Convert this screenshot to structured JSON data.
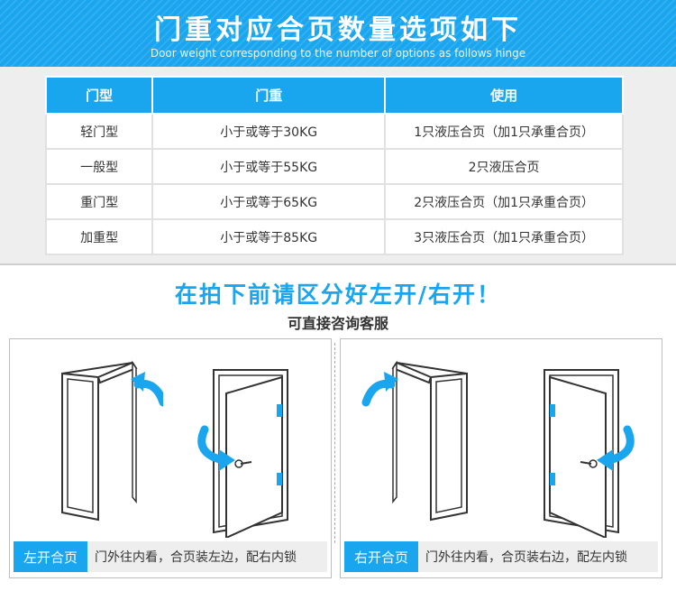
{
  "banner": {
    "title": "门重对应合页数量选项如下",
    "subtitle": "Door weight corresponding to the number of options as follows hinge"
  },
  "table": {
    "headers": [
      "门型",
      "门重",
      "使用"
    ],
    "rows": [
      [
        "轻门型",
        "小于或等于30KG",
        "1只液压合页（加1只承重合页）"
      ],
      [
        "一般型",
        "小于或等于55KG",
        "2只液压合页"
      ],
      [
        "重门型",
        "小于或等于65KG",
        "2只液压合页（加1只承重合页）"
      ],
      [
        "加重型",
        "小于或等于85KG",
        "3只液压合页（加1只承重合页）"
      ]
    ]
  },
  "notice": {
    "headline": "在拍下前请区分好左开/右开！",
    "subline": "可直接咨询客服"
  },
  "left_panel": {
    "tag": "左开合页",
    "description": "门外往内看，合页装左边，配右内锁"
  },
  "right_panel": {
    "tag": "右开合页",
    "description": "门外往内看，合页装右边，配左内锁"
  },
  "colors": {
    "accent": "#1aa6ee",
    "panel_bg": "#eeeeee"
  }
}
